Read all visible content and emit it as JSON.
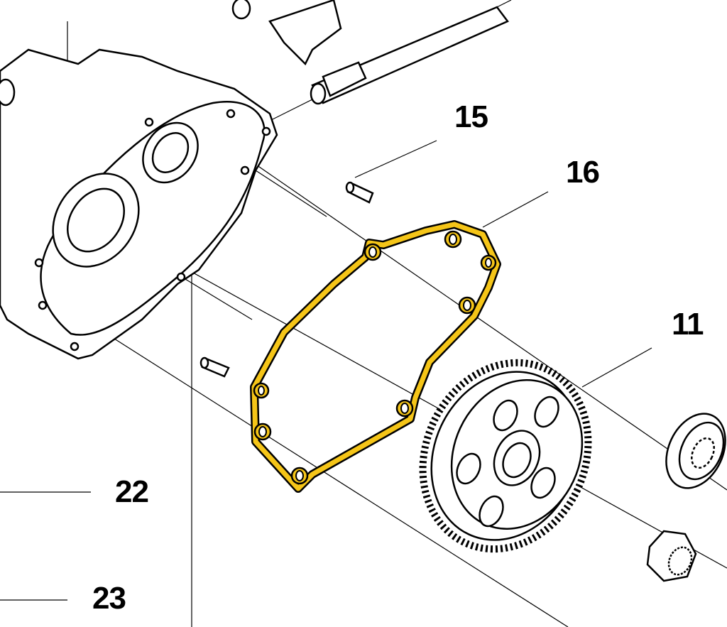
{
  "diagram": {
    "callouts": [
      {
        "id": "15",
        "label": "15"
      },
      {
        "id": "16",
        "label": "16"
      },
      {
        "id": "11",
        "label": "11"
      },
      {
        "id": "22",
        "label": "22"
      },
      {
        "id": "23",
        "label": "23"
      }
    ],
    "highlight_color": "#f5c518"
  }
}
